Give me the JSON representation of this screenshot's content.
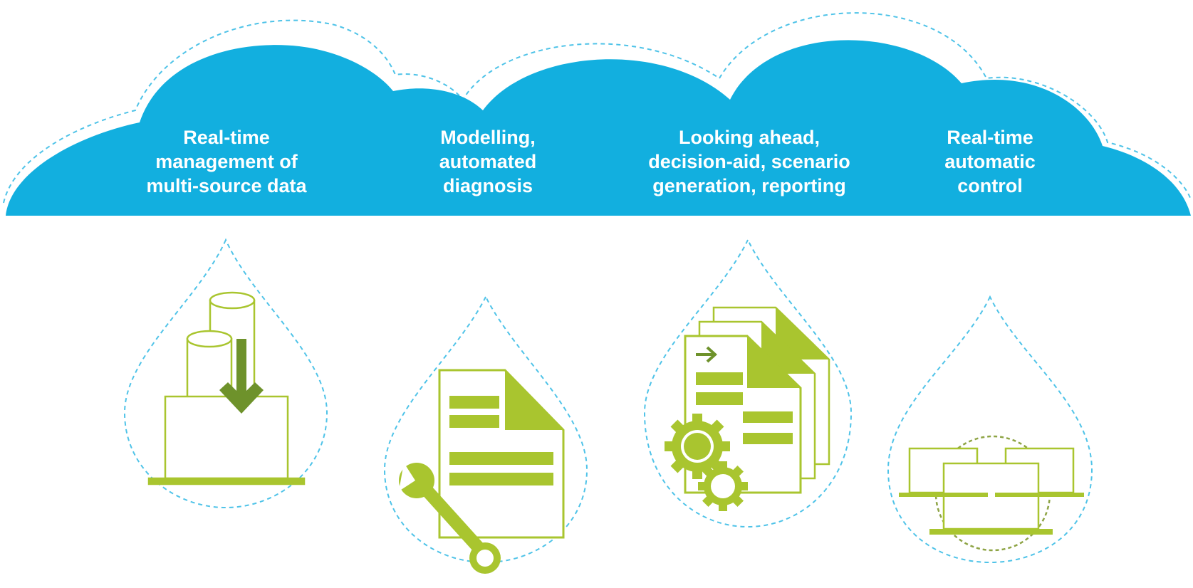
{
  "colors": {
    "cloud": "#12afdf",
    "dash": "#4fc3e8",
    "icon_line": "#a9c52f",
    "icon_fill": "#a9c52f",
    "icon_dark": "#6e922b",
    "label": "#ffffff"
  },
  "steps": [
    {
      "lines": [
        "Real-time",
        "management of",
        "multi-source data"
      ],
      "icon": "database-download-laptop-icon"
    },
    {
      "lines": [
        "Modelling,",
        "automated",
        "diagnosis"
      ],
      "icon": "document-wrench-icon"
    },
    {
      "lines": [
        "Looking ahead,",
        "decision-aid, scenario",
        "generation, reporting"
      ],
      "icon": "documents-gears-icon"
    },
    {
      "lines": [
        "Real-time",
        "automatic",
        "control"
      ],
      "icon": "networked-laptops-icon"
    }
  ]
}
